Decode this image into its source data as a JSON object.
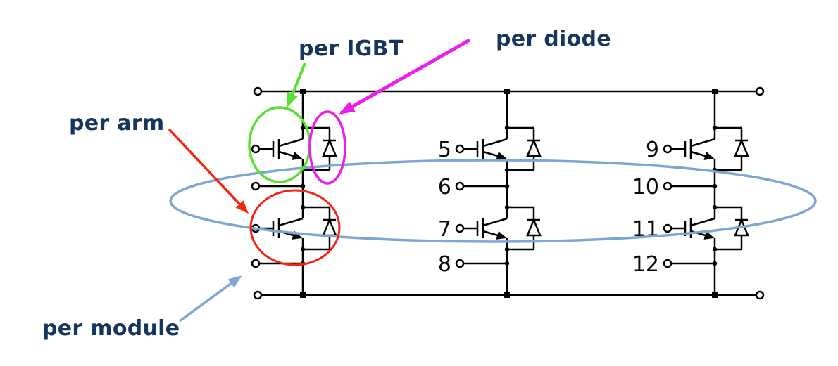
{
  "diagram": {
    "labels": {
      "per_igbt": "per IGBT",
      "per_diode": "per diode",
      "per_arm": "per arm",
      "per_module": "per module"
    },
    "terminal_numbers": {
      "middle_leg": [
        "5",
        "6",
        "7",
        "8"
      ],
      "right_leg": [
        "9",
        "10",
        "11",
        "12"
      ]
    },
    "colors": {
      "label_text": "#17365d",
      "per_igbt": "#5ae02e",
      "per_diode": "#ea1fea",
      "per_arm": "#f42613",
      "per_module": "#7ea6d2",
      "circuit_stroke": "#000000",
      "background": "#ffffff"
    }
  }
}
